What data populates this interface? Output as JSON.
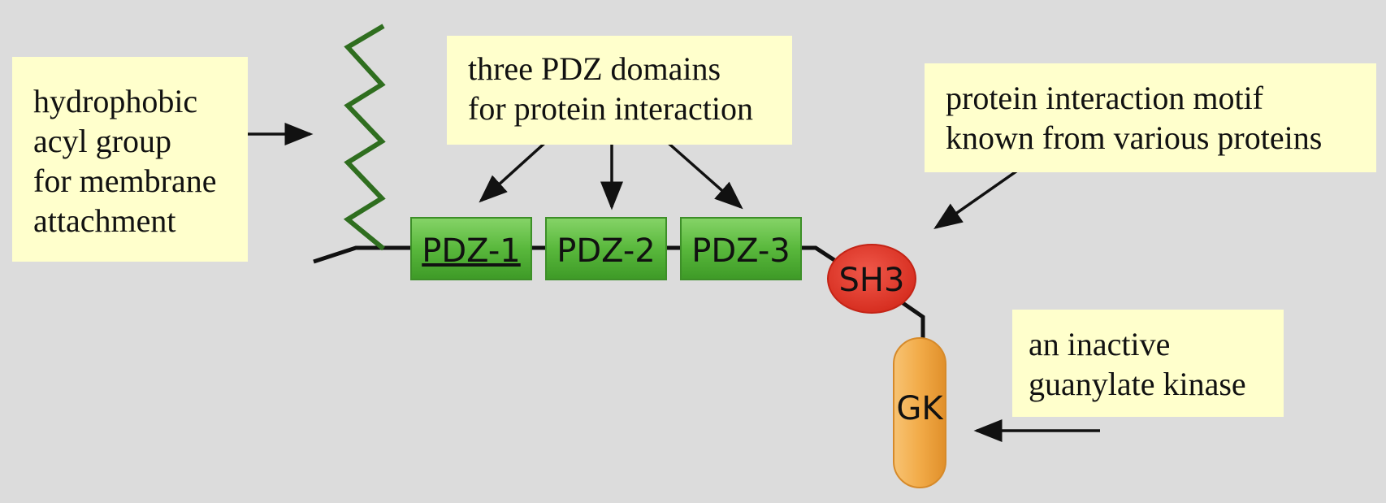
{
  "colors": {
    "background": "#dcdcdc",
    "note_fill": "#ffffcc",
    "pdz_green": "#59b83c",
    "sh3_red": "#e23a2a",
    "gk_orange": "#f2ab48",
    "acyl_green": "#2f6e1f",
    "line": "#111111"
  },
  "notes": {
    "acyl": {
      "lines": [
        "hydrophobic",
        "acyl group",
        "for membrane",
        "attachment"
      ]
    },
    "pdz": {
      "lines": [
        "three PDZ domains",
        "for protein interaction"
      ]
    },
    "motif": {
      "lines": [
        "protein interaction motif",
        "known from various proteins"
      ]
    },
    "kinase": {
      "lines": [
        "an inactive",
        "guanylate kinase"
      ]
    }
  },
  "domains": {
    "pdz1": "PDZ-1",
    "pdz2": "PDZ-2",
    "pdz3": "PDZ-3",
    "sh3": "SH3",
    "gk": "GK"
  }
}
